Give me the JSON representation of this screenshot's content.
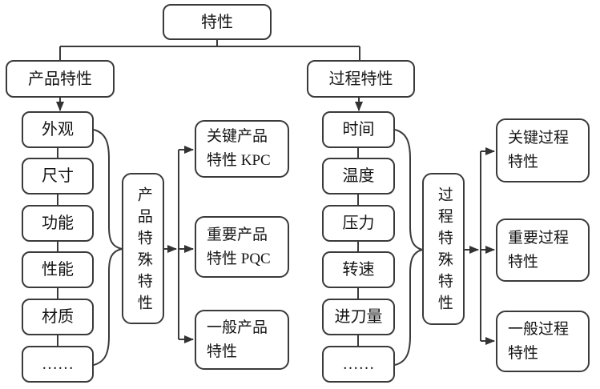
{
  "root_label": "特性",
  "product": {
    "branch_label": "产品特性",
    "items": [
      "外观",
      "尺寸",
      "功能",
      "性能",
      "材质",
      "……"
    ],
    "special_label": "产品特殊特性",
    "outputs": [
      {
        "line1": "关键产品",
        "line2": "特性 KPC"
      },
      {
        "line1": "重要产品",
        "line2": "特性 PQC"
      },
      {
        "line1": "一般产品",
        "line2": "特性"
      }
    ]
  },
  "process": {
    "branch_label": "过程特性",
    "items": [
      "时间",
      "温度",
      "压力",
      "转速",
      "进刀量",
      "……"
    ],
    "special_label": "过程特殊特性",
    "outputs": [
      {
        "line1": "关键过程",
        "line2": "特性"
      },
      {
        "line1": "重要过程",
        "line2": "特性"
      },
      {
        "line1": "一般过程",
        "line2": "特性"
      }
    ]
  },
  "colors": {
    "line": "#3a3a3a",
    "background": "#ffffff",
    "text": "#141414"
  }
}
